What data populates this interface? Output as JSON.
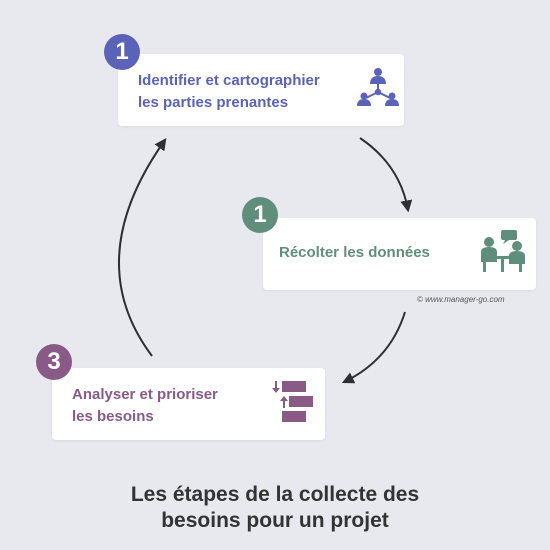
{
  "steps": [
    {
      "number": "1",
      "label": "Identifier et cartographier\nles parties prenantes",
      "color": "#5b63b8",
      "icon": "stakeholder-network-icon"
    },
    {
      "number": "1",
      "label": "Récolter les données",
      "color": "#5f8f7a",
      "icon": "meeting-discussion-icon"
    },
    {
      "number": "3",
      "label": "Analyser et prioriser\nles besoins",
      "color": "#8a5a86",
      "icon": "prioritize-list-icon"
    }
  ],
  "copyright": "© www.manager-go.com",
  "title": "Les étapes de la collecte des\nbesoins pour un projet"
}
